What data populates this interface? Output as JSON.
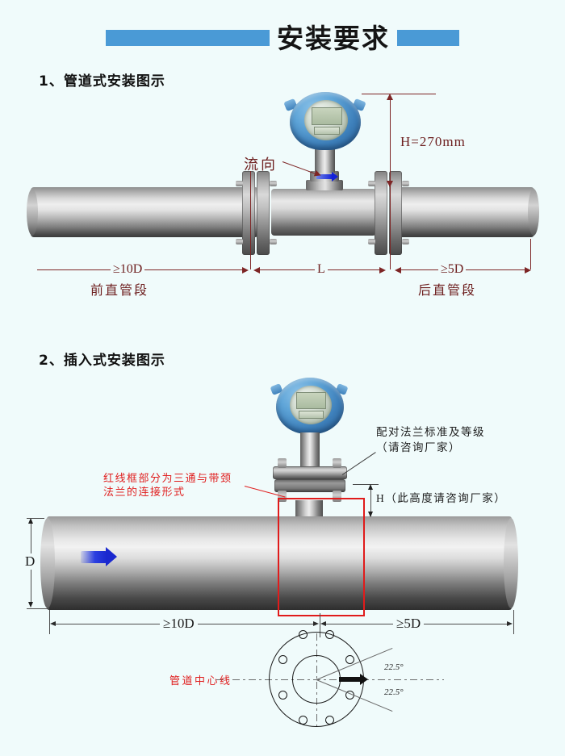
{
  "page": {
    "background_color": "#f0fbfb",
    "title": "安装要求",
    "accent_color": "#4a9ad6"
  },
  "sections": [
    {
      "heading": "1、管道式安装图示"
    },
    {
      "heading": "2、插入式安装图示"
    }
  ],
  "diagram1": {
    "name": "pipeline-type-installation",
    "flow_label": "流向",
    "height_label": "H=270mm",
    "dimensions": {
      "upstream_value": "≥10D",
      "upstream_caption": "前直管段",
      "meter_value": "L",
      "downstream_value": "≥5D",
      "downstream_caption": "后直管段"
    }
  },
  "diagram2": {
    "name": "insertion-type-installation",
    "note_flange": "配对法兰标准及等级",
    "note_flange_2": "（请咨询厂家）",
    "note_height": "H（此高度请咨询厂家）",
    "note_redbox_line1": "红线框部分为三通与带颈",
    "note_redbox_line2": "法兰的连接形式",
    "diameter_label": "D",
    "dimensions": {
      "upstream_value": "≥10D",
      "downstream_value": "≥5D"
    },
    "redbox_color": "#e01b1b"
  },
  "flange_face": {
    "name": "flange-face-view",
    "centerline_label": "管道中心线",
    "angle_top": "22.5°",
    "angle_bottom": "22.5°",
    "bolt_hole_count": 8
  }
}
